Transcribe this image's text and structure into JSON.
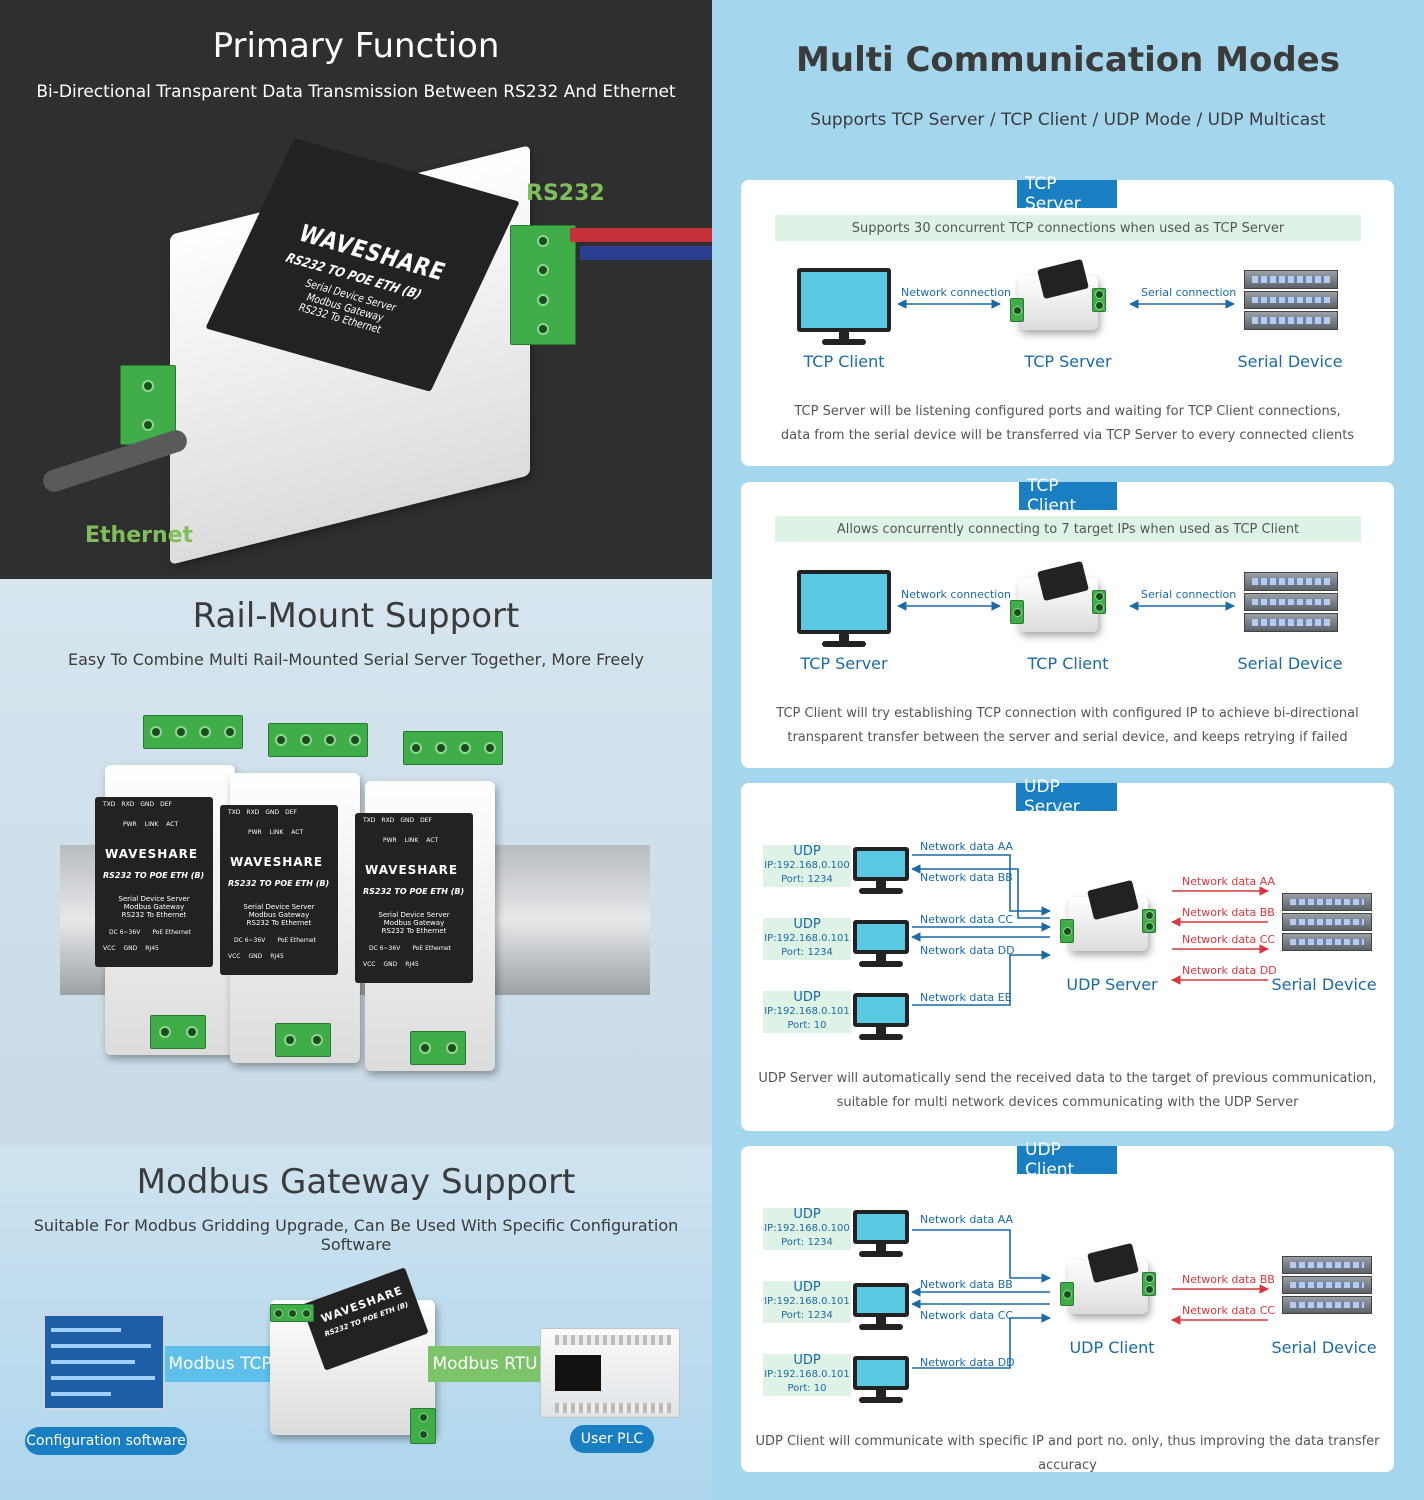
{
  "primary": {
    "title": "Primary Function",
    "subtitle": "Bi-Directional Transparent Data Transmission Between RS232 And Ethernet",
    "label_rs232": "RS232",
    "label_ethernet": "Ethernet"
  },
  "device": {
    "brand": "WAVESHARE",
    "model": "RS232 TO POE ETH (B)",
    "desc": [
      "Serial Device Server",
      "Modbus Gateway",
      "RS232 To Ethernet"
    ],
    "pins_top": [
      "TXD",
      "RXD",
      "GND",
      "DEF"
    ],
    "leds": [
      "PWR",
      "LINK",
      "ACT"
    ],
    "power": "DC 6~36V",
    "poe": "PoE Ethernet",
    "pins_bottom": [
      "VCC",
      "GND",
      "RJ45"
    ]
  },
  "rail": {
    "title": "Rail-Mount Support",
    "subtitle": "Easy To Combine Multi Rail-Mounted Serial Server Together, More Freely"
  },
  "modbus": {
    "title": "Modbus Gateway Support",
    "subtitle": "Suitable For Modbus Gridding Upgrade, Can Be Used With Specific Configuration Software",
    "tcp": "Modbus TCP",
    "rtu": "Modbus RTU",
    "config": "Configuration software",
    "plc": "User PLC"
  },
  "modes": {
    "title": "Multi Communication Modes",
    "subtitle": "Supports TCP Server / TCP Client / UDP Mode / UDP Multicast",
    "net_conn": "Network connection",
    "ser_conn": "Serial connection",
    "serial_device": "Serial Device",
    "tcp_server": {
      "tag": "TCP Server",
      "hint": "Supports 30 concurrent TCP connections when used as TCP Server",
      "left": "TCP Client",
      "mid": "TCP Server",
      "note1": "TCP Server will be listening configured ports and waiting for TCP Client connections,",
      "note2": "data from the serial device will be transferred via TCP Server to every connected clients"
    },
    "tcp_client": {
      "tag": "TCP Client",
      "hint": "Allows concurrently connecting to 7 target IPs when used as TCP Client",
      "left": "TCP Server",
      "mid": "TCP Client",
      "note1": "TCP Client will try establishing TCP connection with configured IP to achieve bi-directional",
      "note2": "transparent transfer between the server and serial device, and keeps retrying if failed"
    },
    "udp_server": {
      "tag": "UDP Server",
      "mid": "UDP Server",
      "hosts": [
        {
          "u": "UDP",
          "ip": "IP:192.168.0.100",
          "port": "Port: 1234"
        },
        {
          "u": "UDP",
          "ip": "IP:192.168.0.101",
          "port": "Port: 1234"
        },
        {
          "u": "UDP",
          "ip": "IP:192.168.0.101",
          "port": "Port: 10"
        }
      ],
      "net": [
        "Network data AA",
        "Network data BB",
        "Network data CC",
        "Network data DD",
        "Network data EE"
      ],
      "red": [
        "Network data AA",
        "Network data BB",
        "Network data CC",
        "Network data DD"
      ],
      "note1": "UDP Server will automatically send the received data to the target of previous communication,",
      "note2": "suitable for multi network devices communicating with the UDP Server"
    },
    "udp_client": {
      "tag": "UDP Client",
      "mid": "UDP Client",
      "hosts": [
        {
          "u": "UDP",
          "ip": "IP:192.168.0.100",
          "port": "Port: 1234"
        },
        {
          "u": "UDP",
          "ip": "IP:192.168.0.101",
          "port": "Port: 1234"
        },
        {
          "u": "UDP",
          "ip": "IP:192.168.0.101",
          "port": "Port: 10"
        }
      ],
      "net": [
        "Network data AA",
        "Network data BB",
        "Network data CC",
        "Network data DD"
      ],
      "red": [
        "Network data BB",
        "Network data CC"
      ],
      "note1": "UDP Client will communicate with specific IP and port no. only, thus improving the data transfer accuracy"
    }
  },
  "colors": {
    "accent_blue": "#1a7ec2",
    "label_green": "#7fbf5a",
    "terminal_green": "#3fae49",
    "data_red": "#d9363e"
  }
}
